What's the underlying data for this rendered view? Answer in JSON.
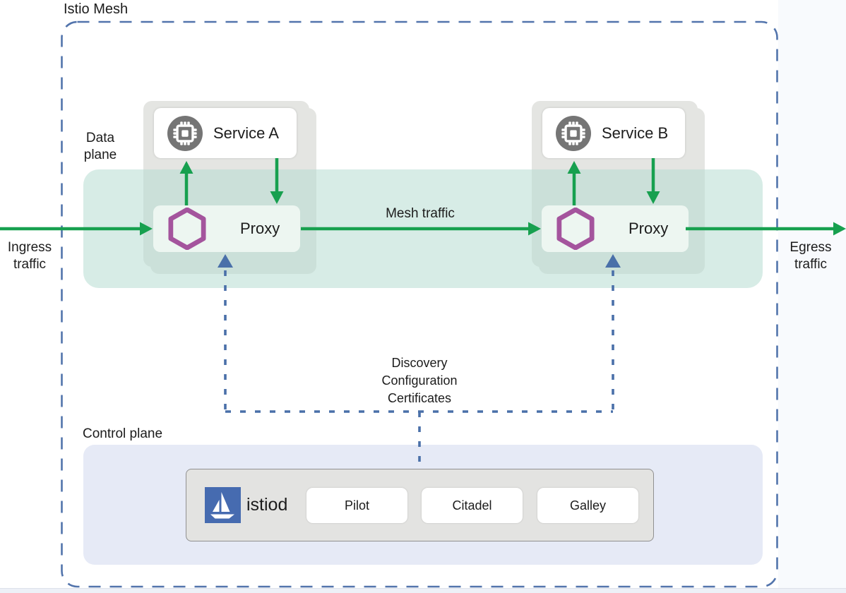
{
  "diagram": {
    "title": "Istio Mesh",
    "type": "istio-architecture"
  },
  "labels": {
    "data_plane": "Data\nplane",
    "control_plane": "Control plane",
    "ingress": "Ingress\ntraffic",
    "egress": "Egress\ntraffic",
    "mesh_traffic": "Mesh traffic",
    "discovery": "Discovery\nConfiguration\nCertificates"
  },
  "services": [
    {
      "name": "Service A",
      "icon": "microchip-icon"
    },
    {
      "name": "Service B",
      "icon": "microchip-icon"
    }
  ],
  "proxies": [
    {
      "label": "Proxy",
      "icon": "envoy-hexagon-icon"
    },
    {
      "label": "Proxy",
      "icon": "envoy-hexagon-icon"
    }
  ],
  "control_plane": {
    "istiod_label": "istiod",
    "logo": "istio-sailboat-icon",
    "components": [
      "Pilot",
      "Citadel",
      "Galley"
    ]
  },
  "colors": {
    "traffic_arrow_green": "#17a04f",
    "control_dashed_blue": "#4a70a9",
    "mesh_border_blue": "#5274ac",
    "envoy_purple": "#a4549d",
    "istio_brand_blue": "#466bb0",
    "data_plane_band": "#dfeeea",
    "control_plane_fill": "#e6eaf6",
    "group_card_grey": "#e4e5e2",
    "proxy_fill": "#edf6f1",
    "service_icon_grey": "#757575"
  }
}
